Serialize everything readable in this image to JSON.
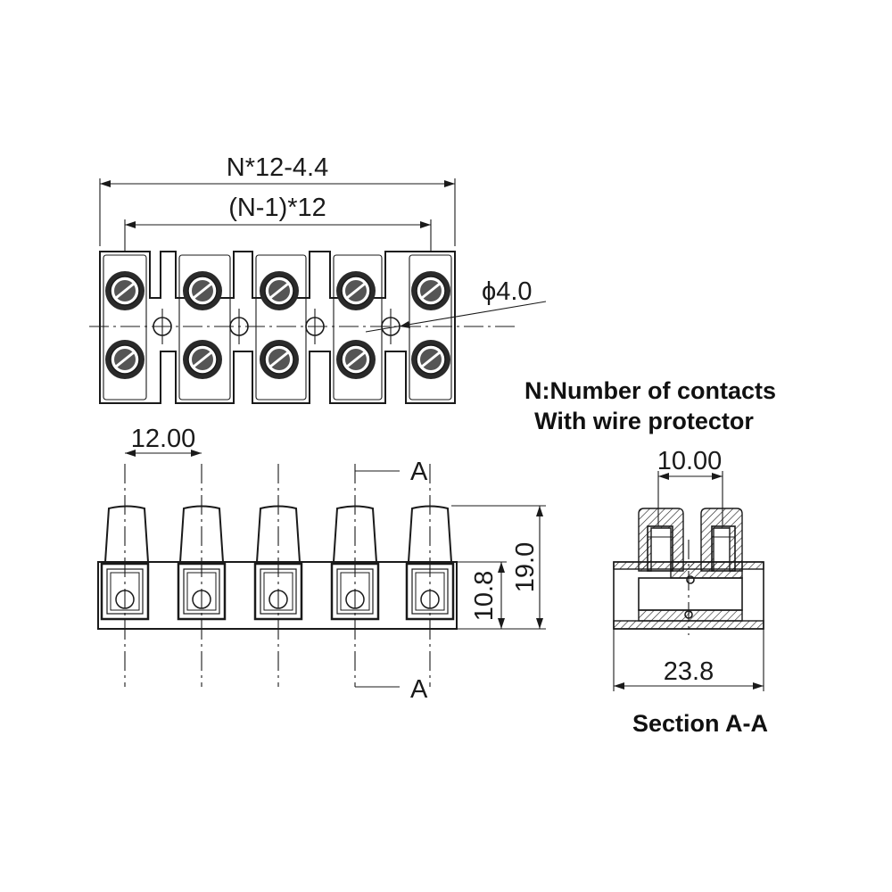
{
  "dimensions": {
    "overall_width": "N*12-4.4",
    "pitch_span": "(N-1)*12",
    "hole_diameter": "ϕ4.0",
    "pitch": "12.00",
    "base_height": "10.8",
    "total_height": "19.0",
    "section_pitch": "10.00",
    "section_width": "23.8"
  },
  "labels": {
    "section_mark_top": "A",
    "section_mark_bottom": "A",
    "note_line1": "N:Number of contacts",
    "note_line2": "With wire protector",
    "section_title": "Section A-A"
  }
}
